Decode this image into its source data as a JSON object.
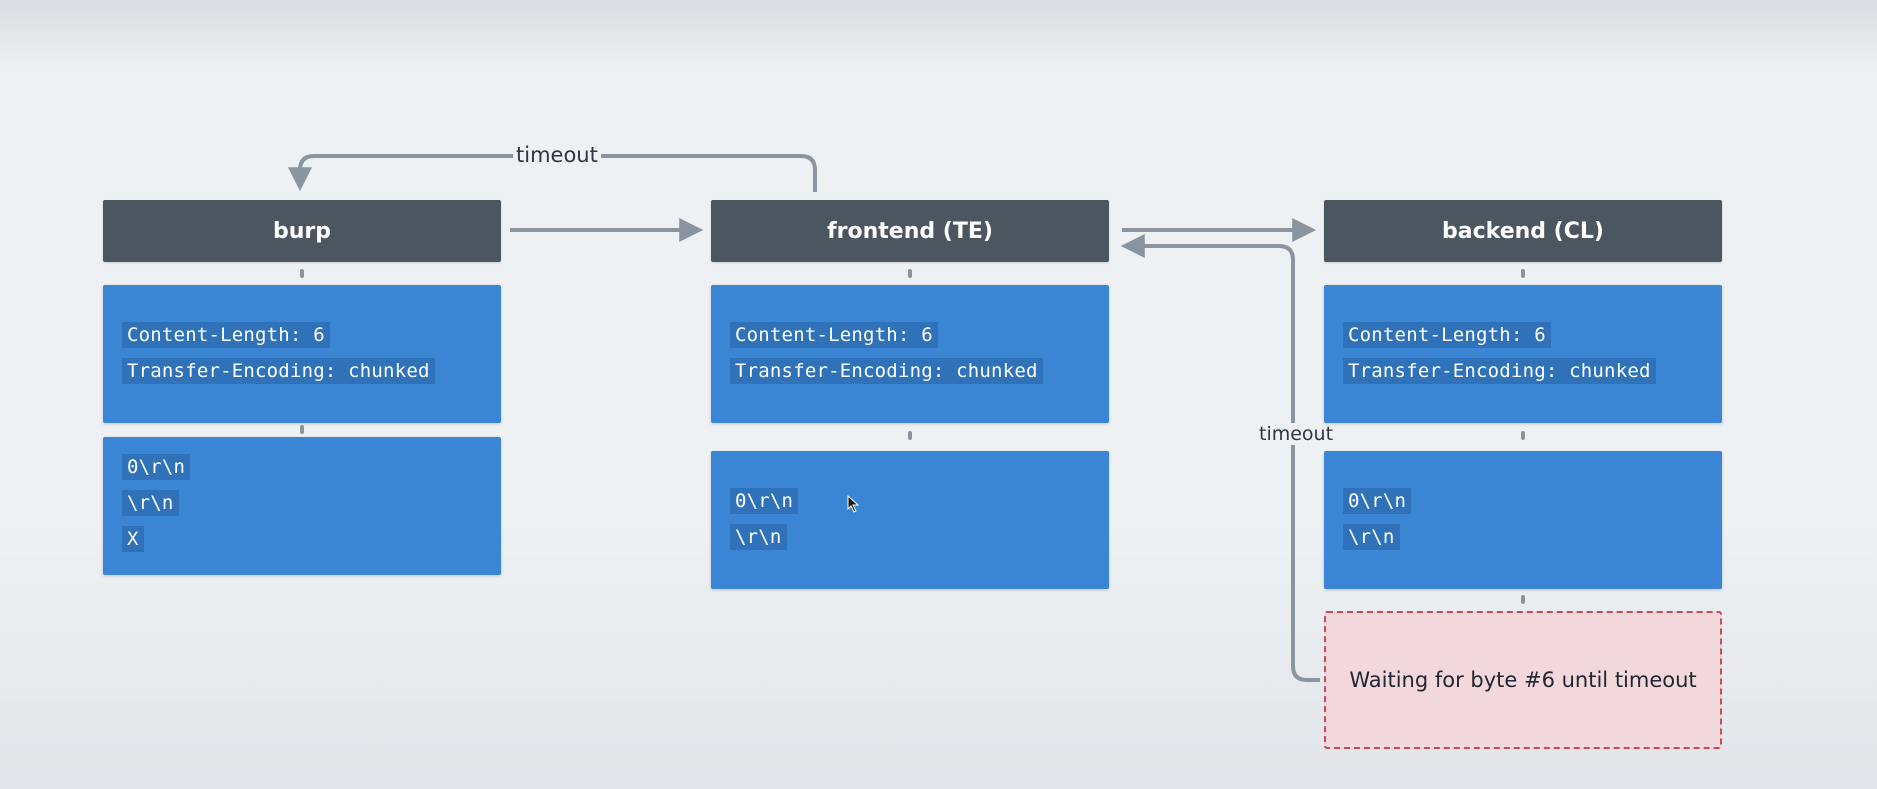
{
  "nodes": {
    "burp": {
      "title": "burp",
      "headers": [
        "Content-Length: 6",
        "Transfer-Encoding: chunked"
      ],
      "body": [
        "0\\r\\n",
        "\\r\\n",
        "X"
      ]
    },
    "frontend": {
      "title": "frontend (TE)",
      "headers": [
        "Content-Length: 6",
        "Transfer-Encoding: chunked"
      ],
      "body": [
        "0\\r\\n",
        "\\r\\n"
      ]
    },
    "backend": {
      "title": "backend (CL)",
      "headers": [
        "Content-Length: 6",
        "Transfer-Encoding: chunked"
      ],
      "body": [
        "0\\r\\n",
        "\\r\\n"
      ],
      "waiting": "Waiting for byte #6 until timeout"
    }
  },
  "edges": {
    "top_timeout_label": "timeout",
    "side_timeout_label": "timeout"
  },
  "colors": {
    "header_bg": "#4b5661",
    "card_bg": "#3a86d4",
    "arrow": "#8b95a0",
    "waiting_border": "#c94a5c",
    "waiting_bg": "#f2d8dc"
  }
}
